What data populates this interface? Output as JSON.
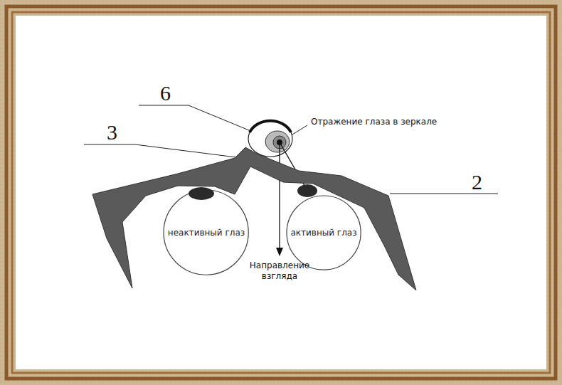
{
  "diagram": {
    "nodes": [
      {
        "text": [
          "неактивный глаз"
        ]
      },
      {
        "text": [
          "активный глаз"
        ]
      }
    ],
    "labels": [
      "6",
      "3",
      "2",
      "Отражение глаза в зеркале",
      "Направление взгляда"
    ]
  }
}
